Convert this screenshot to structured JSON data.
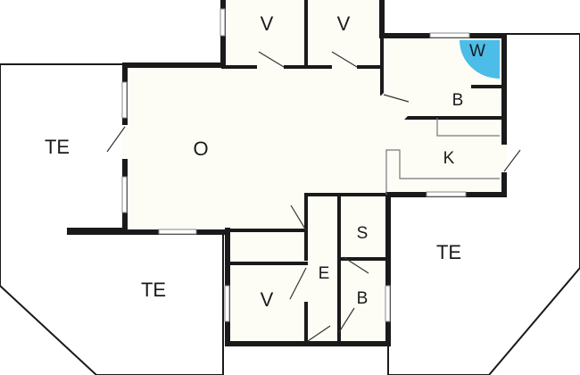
{
  "colors": {
    "floor": "#fdfdf6",
    "terrace": "#fbfbf1",
    "wall": "#1a1a1a",
    "shower": "#4cbde8"
  },
  "rooms": {
    "terrace_west": "TE",
    "living": "O",
    "bedroom_top_left": "V",
    "bedroom_top_right": "V",
    "shower": "W",
    "bathroom_top": "B",
    "kitchen": "K",
    "storage": "S",
    "terrace_east": "TE",
    "terrace_south": "TE",
    "entrance": "E",
    "bedroom_bottom": "V",
    "bathroom_bottom": "B"
  }
}
